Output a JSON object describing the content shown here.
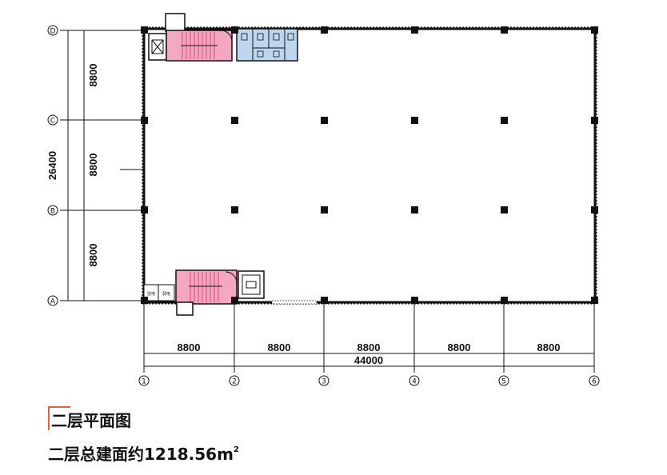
{
  "floor_plan": {
    "row_axes": [
      "D",
      "C",
      "B",
      "A"
    ],
    "column_axes": [
      "1",
      "2",
      "3",
      "4",
      "5",
      "6"
    ],
    "vertical_spans": [
      "8800",
      "8800",
      "8800"
    ],
    "vertical_total": "26400",
    "horizontal_spans": [
      "8800",
      "8800",
      "8800",
      "8800",
      "8800"
    ],
    "horizontal_total": "44000",
    "room_labels": {
      "small_room_left": "强电",
      "small_room_right": "弱电"
    },
    "colors": {
      "stair": "#f4a7c0",
      "stair_hatch": "#d94a72",
      "restroom": "#bcd6ee",
      "wall": "#111111",
      "accent": "#e0643a"
    }
  },
  "caption": {
    "title": "二层平面图",
    "area_text": "二层总建面约1218.56m",
    "area_superscript": "2"
  }
}
